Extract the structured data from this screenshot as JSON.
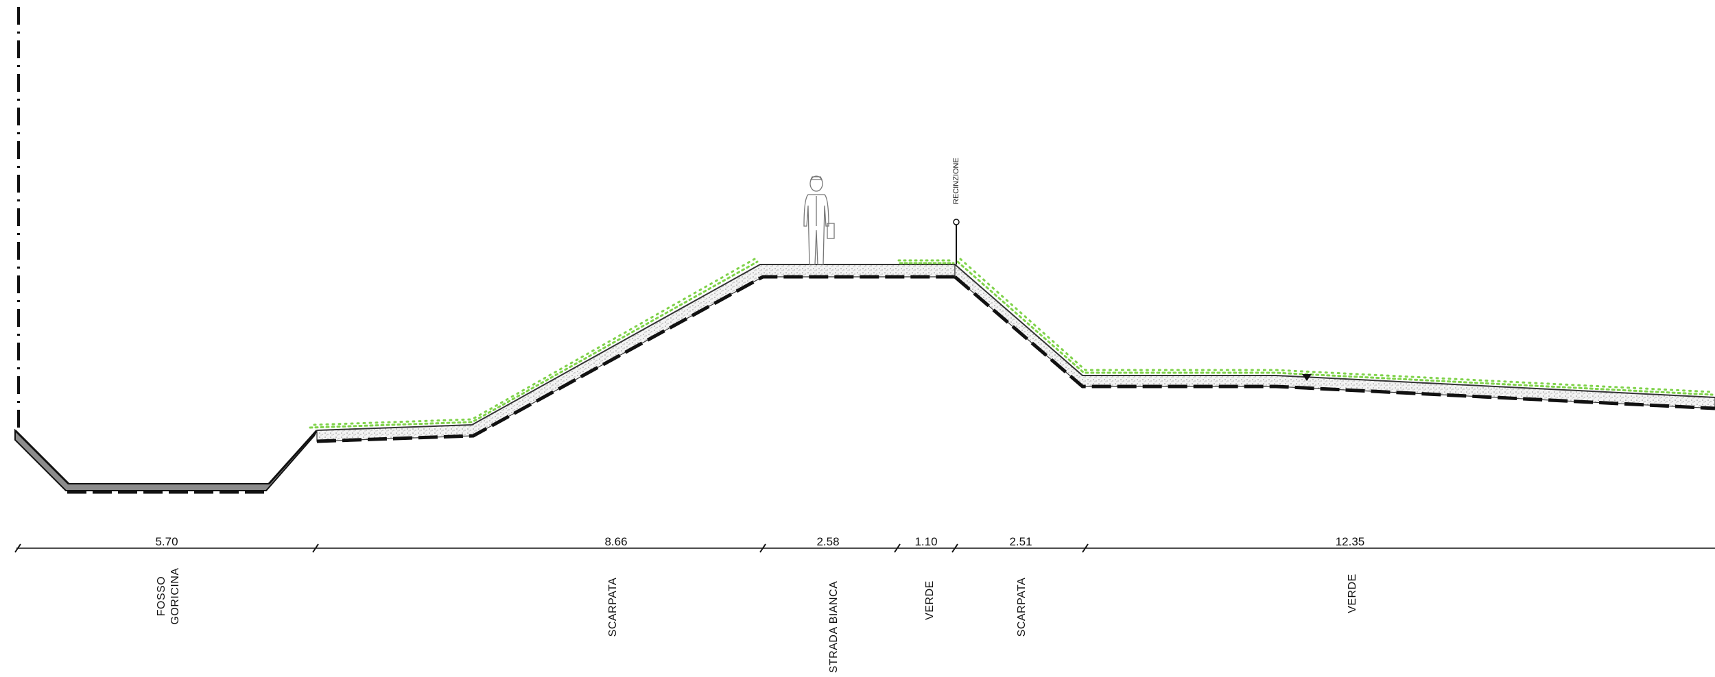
{
  "dimensions": [
    {
      "value": "5.70"
    },
    {
      "value": "8.66"
    },
    {
      "value": "2.58"
    },
    {
      "value": "1.10"
    },
    {
      "value": "2.51"
    },
    {
      "value": "12.35"
    }
  ],
  "segments": [
    {
      "line1": "FOSSO",
      "line2": "GORICINA"
    },
    {
      "line1": "SCARPATA"
    },
    {
      "line1": "STRADA  BIANCA"
    },
    {
      "line1": "VERDE"
    },
    {
      "line1": "SCARPATA"
    },
    {
      "line1": "VERDE"
    }
  ],
  "annotations": {
    "fence_label": "RECINZIONE"
  },
  "colors": {
    "grass": "#7fd24a",
    "ground_line": "#111111",
    "fill": "#d9d9d9"
  }
}
